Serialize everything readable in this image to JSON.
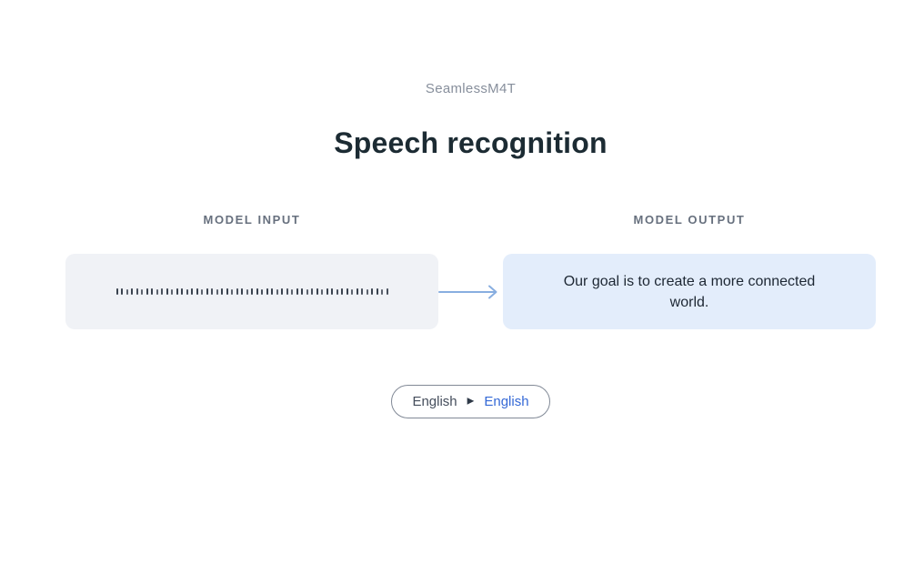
{
  "header": {
    "brand": "SeamlessM4T",
    "title": "Speech recognition"
  },
  "io": {
    "input_label": "MODEL INPUT",
    "output_label": "MODEL OUTPUT",
    "input": {
      "type": "audio-waveform",
      "waveform_bar_count": 55
    },
    "output_text": "Our goal is to create a more connected world."
  },
  "language_pill": {
    "source": "English",
    "target": "English",
    "separator_icon": "play-triangle",
    "separator_glyph": "▶"
  },
  "colors": {
    "input_panel_bg": "#f0f2f6",
    "output_panel_bg": "#e3edfb",
    "arrow": "#88aee0",
    "waveform_bar": "#39424e",
    "target_language_accent": "#3569d6",
    "title_text": "#1c2b33",
    "label_text": "#67707e"
  }
}
